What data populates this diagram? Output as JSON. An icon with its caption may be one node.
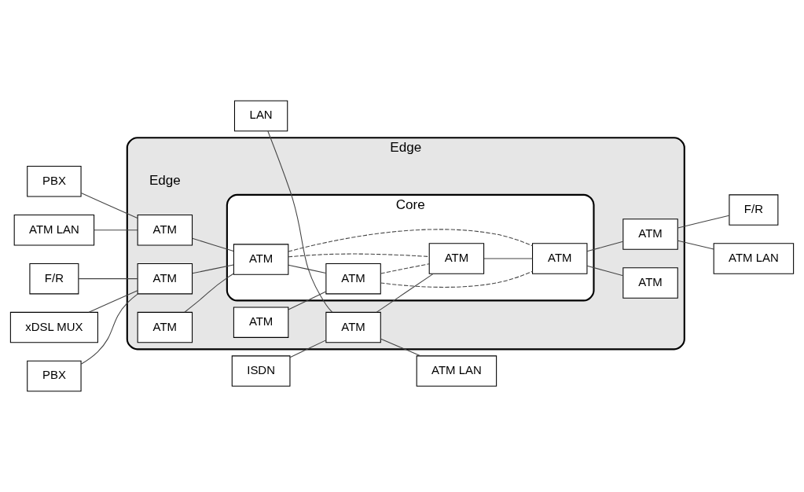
{
  "diagram": {
    "nodes": [
      {
        "text": [
          "Edge",
          "Edge"
        ]
      },
      {
        "text": [
          "Core"
        ],
        "in": 0
      },
      {
        "text": [
          "ATM"
        ],
        "in": 0
      },
      {
        "text": [
          "ATM"
        ],
        "in": 0
      },
      {
        "text": [
          "ATM"
        ],
        "in": 0
      },
      {
        "text": [
          "ATM"
        ],
        "in": 0
      },
      {
        "text": [
          "ATM"
        ],
        "in": 0
      },
      {
        "text": [
          "ATM"
        ],
        "in": 0
      },
      {
        "text": [
          "ATM"
        ],
        "in": 0
      },
      {
        "text": [
          "ATM"
        ],
        "in": 1
      },
      {
        "text": [
          "ATM"
        ],
        "in": 1
      },
      {
        "text": [
          "ATM"
        ],
        "in": 1
      },
      {
        "text": [
          "ATM"
        ],
        "in": 1
      },
      {
        "text": [
          "ATM LAN"
        ]
      },
      {
        "text": [
          "PBX"
        ]
      },
      {
        "text": [
          "LAN"
        ]
      },
      {
        "text": [
          "ISDN"
        ]
      },
      {
        "text": [
          "ATM LAN"
        ]
      },
      {
        "text": [
          "PBX"
        ]
      },
      {
        "text": [
          "F/R"
        ]
      },
      {
        "text": [
          "xDSL MUX"
        ]
      },
      {
        "text": [
          "F/R"
        ]
      },
      {
        "text": [
          "ATM LAN"
        ]
      }
    ],
    "edges": [
      {
        "from": 13,
        "to": 2,
        "arrow": "none"
      },
      {
        "from": 14,
        "to": 2,
        "arrow": "none"
      },
      {
        "from": 2,
        "to": 9,
        "arrow": "none"
      },
      {
        "from": 3,
        "to": 9,
        "arrow": "none"
      },
      {
        "from": 15,
        "to": 4,
        "arrow": "none"
      },
      {
        "from": 16,
        "to": 4,
        "arrow": "none"
      },
      {
        "from": 4,
        "to": 17,
        "arrow": "none"
      },
      {
        "from": 4,
        "to": 10,
        "arrow": "none"
      },
      {
        "from": 9,
        "to": 10,
        "arrow": "none",
        "style": "dashed"
      },
      {
        "from": 9,
        "to": 11,
        "arrow": "none"
      },
      {
        "from": 9,
        "to": 12,
        "arrow": "none",
        "style": "dashed"
      },
      {
        "from": 10,
        "to": 12,
        "arrow": "none"
      },
      {
        "from": 11,
        "to": 10,
        "arrow": "none",
        "style": "dashed"
      },
      {
        "from": 11,
        "to": 12,
        "arrow": "none",
        "style": "dashed"
      },
      {
        "from": 5,
        "to": 9,
        "arrow": "none"
      },
      {
        "from": 8,
        "to": 11,
        "arrow": "none"
      },
      {
        "from": 12,
        "to": 6,
        "arrow": "none"
      },
      {
        "from": 12,
        "to": 7,
        "arrow": "none"
      },
      {
        "from": 7,
        "to": 21,
        "arrow": "none"
      },
      {
        "from": 7,
        "to": 22,
        "arrow": "none"
      },
      {
        "from": 18,
        "to": 5,
        "arrow": "none"
      },
      {
        "from": 19,
        "to": 5,
        "arrow": "none"
      },
      {
        "from": 20,
        "to": 5,
        "arrow": "none"
      }
    ]
  }
}
